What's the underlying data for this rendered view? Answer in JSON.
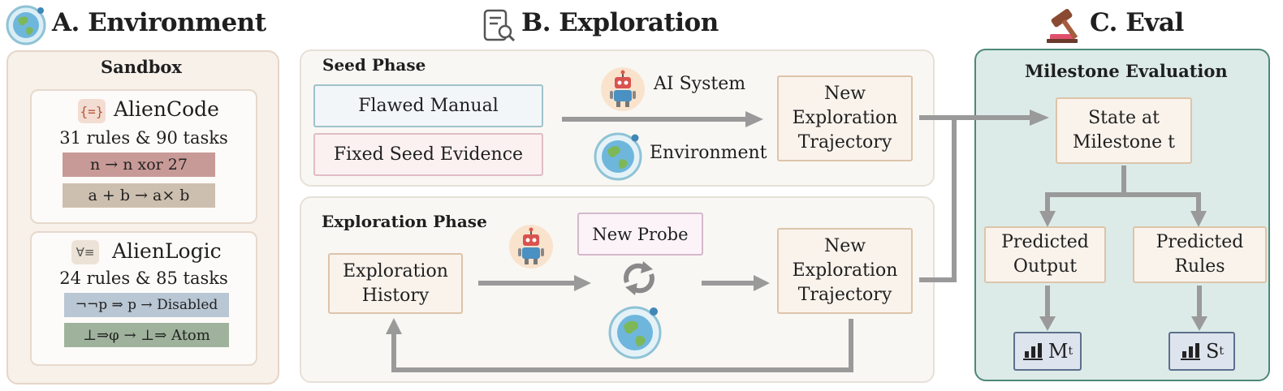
{
  "environment": {
    "title": "A. Environment",
    "sandbox_label": "Sandbox",
    "alien_code": {
      "name": "AlienCode",
      "icon_glyph": "{=}",
      "stats": "31 rules & 90 tasks",
      "rule1": "n → n xor 27",
      "rule2": "a + b → a× b"
    },
    "alien_logic": {
      "name": "AlienLogic",
      "icon_glyph": "∀≡",
      "stats": "24 rules & 85 tasks",
      "rule1": "¬¬p ⇒ p → Disabled",
      "rule2": "⊥⇒φ → ⊥⇒ Atom"
    }
  },
  "exploration": {
    "title": "B. Exploration",
    "seed_phase": {
      "label": "Seed Phase",
      "flawed_manual": "Flawed Manual",
      "fixed_seed": "Fixed Seed Evidence",
      "ai_system": "AI System",
      "environment": "Environment",
      "trajectory": [
        "New",
        "Exploration",
        "Trajectory"
      ]
    },
    "exploration_phase": {
      "label": "Exploration Phase",
      "history": [
        "Exploration",
        "History"
      ],
      "new_probe": "New Probe",
      "trajectory": [
        "New",
        "Exploration",
        "Trajectory"
      ]
    }
  },
  "eval": {
    "title": "C. Eval",
    "milestone_label": "Milestone Evaluation",
    "state": [
      "State at",
      "Milestone t"
    ],
    "predicted_output": [
      "Predicted",
      "Output"
    ],
    "predicted_rules": [
      "Predicted",
      "Rules"
    ],
    "metric_m": "M",
    "metric_m_sub": "t",
    "metric_s": "S",
    "metric_s_sub": "t"
  },
  "colors": {
    "env_panel": "#f7f1ea",
    "eval_panel": "#dcebe7",
    "eval_border": "#4e8778",
    "arrow": "#9a9a9a",
    "rule_red": "#c89a97",
    "rule_tan": "#cdbfaf",
    "rule_blue": "#b9c6d3",
    "rule_green": "#9fb39c"
  },
  "icons": [
    "globe-icon",
    "search-document-icon",
    "gavel-icon",
    "robot-icon",
    "refresh-icon",
    "bar-chart-icon"
  ]
}
